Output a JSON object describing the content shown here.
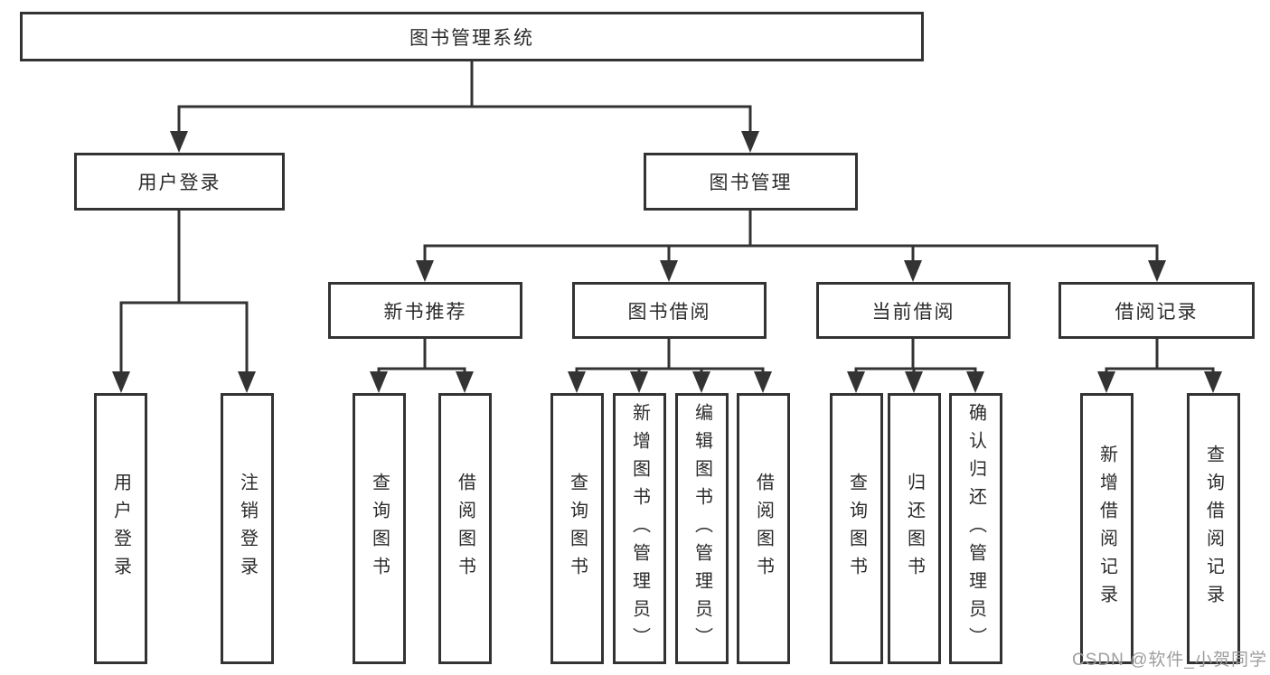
{
  "nodes": {
    "root": "图书管理系统",
    "user_login": "用户登录",
    "book_mgmt": "图书管理",
    "new_book_rec": "新书推荐",
    "book_borrow": "图书借阅",
    "current_borrow": "当前借阅",
    "borrow_records": "借阅记录",
    "login": "用户登录",
    "logout": "注销登录",
    "nb_query": "查询图书",
    "nb_borrow": "借阅图书",
    "bw_query": "查询图书",
    "bw_add": "新增图书（管理员）",
    "bw_edit": "编辑图书（管理员）",
    "bw_borrow": "借阅图书",
    "cur_query": "查询图书",
    "cur_return": "归还图书",
    "cur_confirm": "确认归还（管理员）",
    "rec_add": "新增借阅记录",
    "rec_query": "查询借阅记录"
  },
  "hierarchy": {
    "图书管理系统": {
      "用户登录": [
        "用户登录",
        "注销登录"
      ],
      "图书管理": {
        "新书推荐": [
          "查询图书",
          "借阅图书"
        ],
        "图书借阅": [
          "查询图书",
          "新增图书（管理员）",
          "编辑图书（管理员）",
          "借阅图书"
        ],
        "当前借阅": [
          "查询图书",
          "归还图书",
          "确认归还（管理员）"
        ],
        "借阅记录": [
          "新增借阅记录",
          "查询借阅记录"
        ]
      }
    }
  },
  "watermark": "CSDN @软件_小贺同学",
  "colors": {
    "line": "#333333",
    "box_fill": "#ffffff",
    "text": "#2b2b2b",
    "watermark": "#9e9e9e",
    "background": "#ffffff"
  }
}
